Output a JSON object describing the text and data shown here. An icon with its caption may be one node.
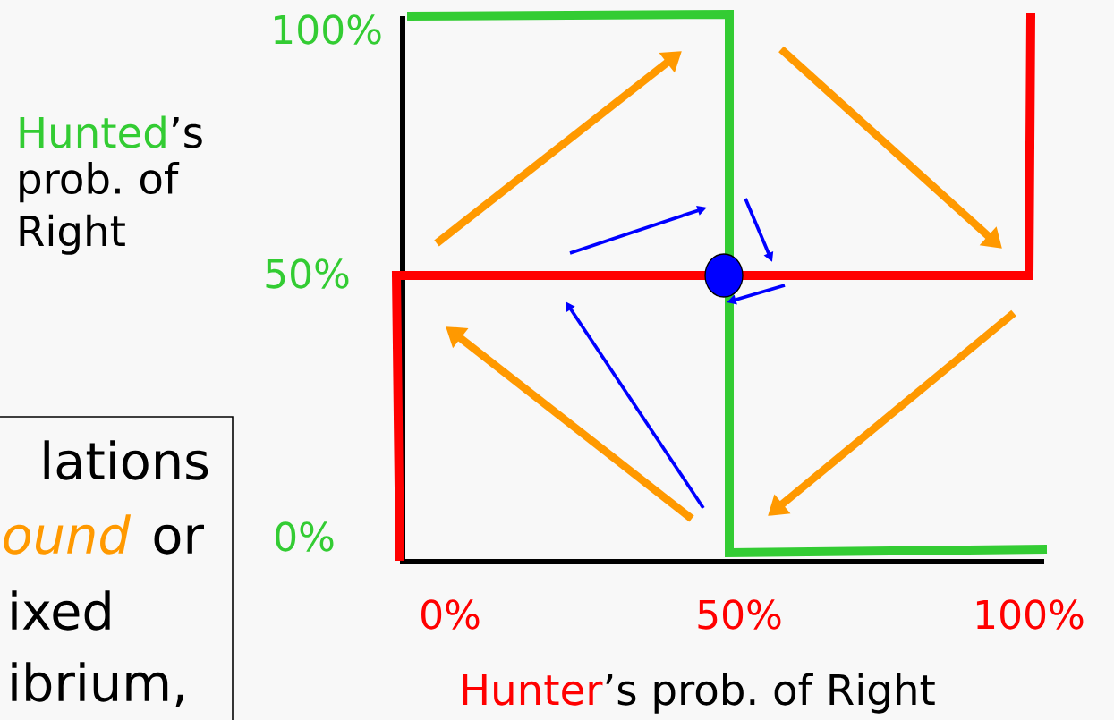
{
  "diagram": {
    "nodes": [
      {
        "text": [
          "lations",
          "*ound*",
          "or",
          "ixed",
          "ibrium,"
        ]
      }
    ],
    "labels": [
      "100%",
      "Hunted",
      "’s",
      "prob. of Right",
      "50%",
      "0%",
      "0%",
      "50%",
      "100%",
      "Hunter",
      "’s prob. of Right"
    ]
  }
}
